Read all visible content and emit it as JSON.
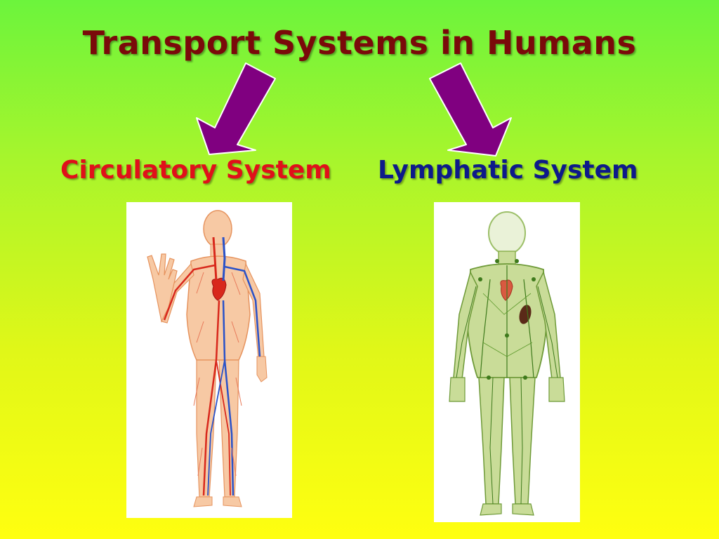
{
  "slide": {
    "title": "Transport Systems in Humans",
    "left_label": "Circulatory System",
    "right_label": "Lymphatic System"
  },
  "figures": {
    "left": "circulatory-system-body-diagram",
    "right": "lymphatic-system-body-diagram"
  },
  "colors": {
    "title": "#7a0a0a",
    "circulatory_label": "#e0101a",
    "lymphatic_label": "#0d1a8a",
    "arrow_fill": "#800080",
    "background_top": "#6cf43c",
    "background_bottom": "#ffff10"
  }
}
